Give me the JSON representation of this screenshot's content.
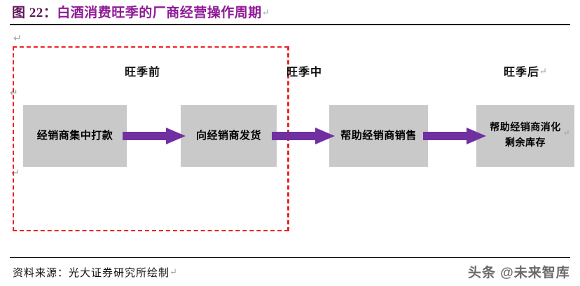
{
  "figure": {
    "number_prefix": "图 22：",
    "title": "白酒消费旺季的厂商经营操作周期",
    "title_return_mark": "↵"
  },
  "phases": [
    {
      "label": "旺季前",
      "return_mark": ""
    },
    {
      "label": "旺季中",
      "return_mark": ""
    },
    {
      "label": "旺季后",
      "return_mark": "↵"
    }
  ],
  "flow": {
    "boxes": [
      {
        "line1": "经销商集中打款",
        "line2": "",
        "return_mark": ""
      },
      {
        "line1": "向经销商发货",
        "line2": "",
        "return_mark": ""
      },
      {
        "line1": "帮助经销商销售",
        "line2": "",
        "return_mark": ""
      },
      {
        "line1": "帮助经销商消化",
        "line2": "剩余库存",
        "return_mark": "↵"
      }
    ],
    "arrow_count": 3,
    "arrow_color": "#7030A0",
    "box_fill_color": "#C9C9C9"
  },
  "annotations": {
    "region_border_color": "#EE2222",
    "margin_marks": [
      "↵",
      "↵",
      "↵"
    ]
  },
  "source": {
    "text": "资料来源：光大证券研究所绘制",
    "return_mark": "↵"
  },
  "watermark": {
    "text": "头条 @未来智库"
  }
}
